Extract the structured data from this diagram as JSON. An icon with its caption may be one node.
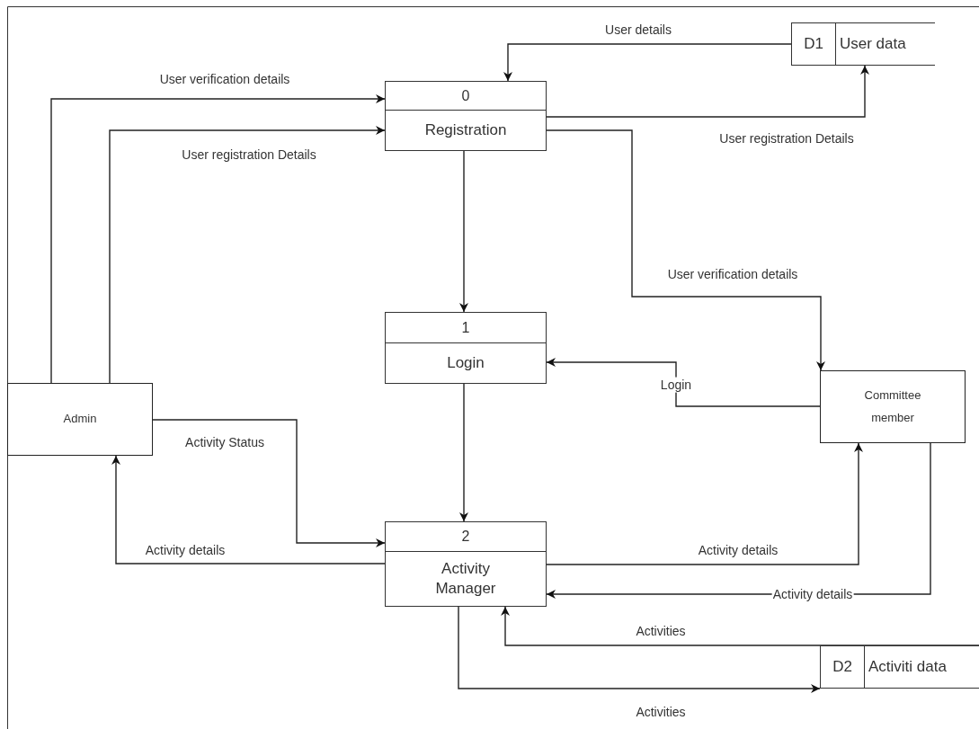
{
  "diagram": {
    "nodes": [
      {
        "text": [
          "0",
          "Registration"
        ]
      },
      {
        "text": [
          "D1",
          "User data"
        ]
      },
      {
        "text": [
          "1",
          "Login"
        ]
      },
      {
        "text": [
          "Admin"
        ]
      },
      {
        "text": [
          "Committee member"
        ]
      },
      {
        "text": [
          "2",
          "Activity Manager"
        ]
      },
      {
        "text": [
          "D2",
          "Activiti data"
        ]
      }
    ],
    "edges": [
      {
        "from": 3,
        "to": 0,
        "arrow": "to",
        "label": "User verification details"
      },
      {
        "from": 3,
        "to": 0,
        "arrow": "to",
        "label": "User registration Details"
      },
      {
        "from": 1,
        "to": 0,
        "arrow": "to",
        "label": "User details"
      },
      {
        "from": 0,
        "to": 1,
        "arrow": "to",
        "label": "User registration Details"
      },
      {
        "from": 0,
        "to": 4,
        "arrow": "to",
        "label": "User verification details"
      },
      {
        "from": 0,
        "to": 2,
        "arrow": "to"
      },
      {
        "from": 4,
        "to": 2,
        "arrow": "to",
        "label": "Login"
      },
      {
        "from": 2,
        "to": 5,
        "arrow": "to"
      },
      {
        "from": 3,
        "to": 5,
        "arrow": "to",
        "label": "Activity Status"
      },
      {
        "from": 5,
        "to": 3,
        "arrow": "to",
        "label": "Activity details"
      },
      {
        "from": 5,
        "to": 4,
        "arrow": "to",
        "label": "Activity details"
      },
      {
        "from": 4,
        "to": 5,
        "arrow": "to",
        "label": "Activity details"
      },
      {
        "from": 6,
        "to": 5,
        "arrow": "to",
        "label": "Activities"
      },
      {
        "from": 5,
        "to": 6,
        "arrow": "to",
        "label": "Activities"
      }
    ]
  }
}
